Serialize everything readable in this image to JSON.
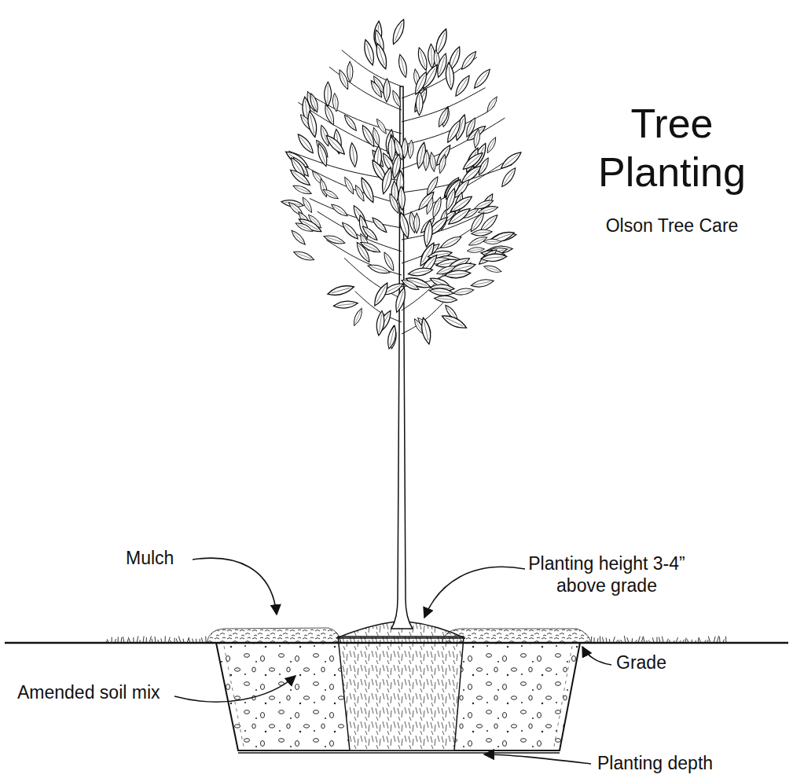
{
  "diagram": {
    "title": "Tree Planting",
    "labels": [
      "Olson Tree Care",
      "Mulch",
      "Planting height 3-4” above grade",
      "Grade",
      "Amended soil mix",
      "Planting depth"
    ]
  }
}
